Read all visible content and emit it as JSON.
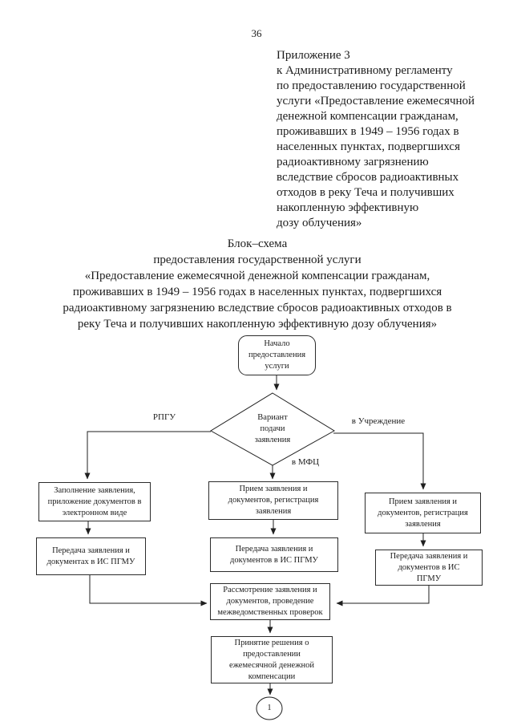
{
  "page": {
    "number": "36",
    "paper_color": "#ffffff",
    "ink_color": "#1c1c1c",
    "line_color": "#1f1f1f"
  },
  "header": {
    "text": "Приложение 3\nк Административному регламенту\nпо предоставлению государственной\nуслуги «Предоставление ежемесячной\nденежной компенсации гражданам,\nпроживавших в 1949 – 1956 годах в\nнаселенных пунктах, подвергшихся\nрадиоактивному загрязнению\nвследствие сбросов радиоактивных\nотходов в реку Теча и получивших\nнакопленную эффективную\nдозу облучения»"
  },
  "title": {
    "text": "Блок–схема\nпредоставления государственной услуги\n«Предоставление ежемесячной денежной компенсации гражданам,\nпроживавших в 1949 – 1956 годах в населенных пунктах, подвергшихся\nрадиоактивному загрязнению вследствие сбросов радиоактивных отходов в\nреку Теча и получивших накопленную эффективную дозу облучения»"
  },
  "flowchart": {
    "start": {
      "text": "Начало\nпредоставления\nуслуги"
    },
    "decision": {
      "text": "Вариант\nподачи\nзаявления"
    },
    "branch_labels": {
      "left": "РПГУ",
      "middle": "в МФЦ",
      "right": "в Учреждение"
    },
    "epgu_fill": {
      "text": "Заполнение заявления,\nприложение документов в\nэлектронном виде"
    },
    "epgu_transfer": {
      "text": "Передача заявления и\nдокументах в ИС ПГМУ"
    },
    "mfc_accept": {
      "text": "Прием заявления и\nдокументов, регистрация\nзаявления"
    },
    "mfc_transfer": {
      "text": "Передача заявления и\nдокументов в ИС ПГМУ"
    },
    "institution_accept": {
      "text": "Прием заявления и\nдокументов, регистрация\nзаявления"
    },
    "institution_transfer": {
      "text": "Передача заявления и\nдокументов в ИС\nПГМУ"
    },
    "review": {
      "text": "Рассмотрение заявления и\nдокументов, проведение\nмежведомственных проверок"
    },
    "final_decision": {
      "text": "Принятие решения о\nпредоставлении\nежемесячной денежной\nкомпенсации"
    },
    "connector": {
      "text": "1"
    }
  }
}
